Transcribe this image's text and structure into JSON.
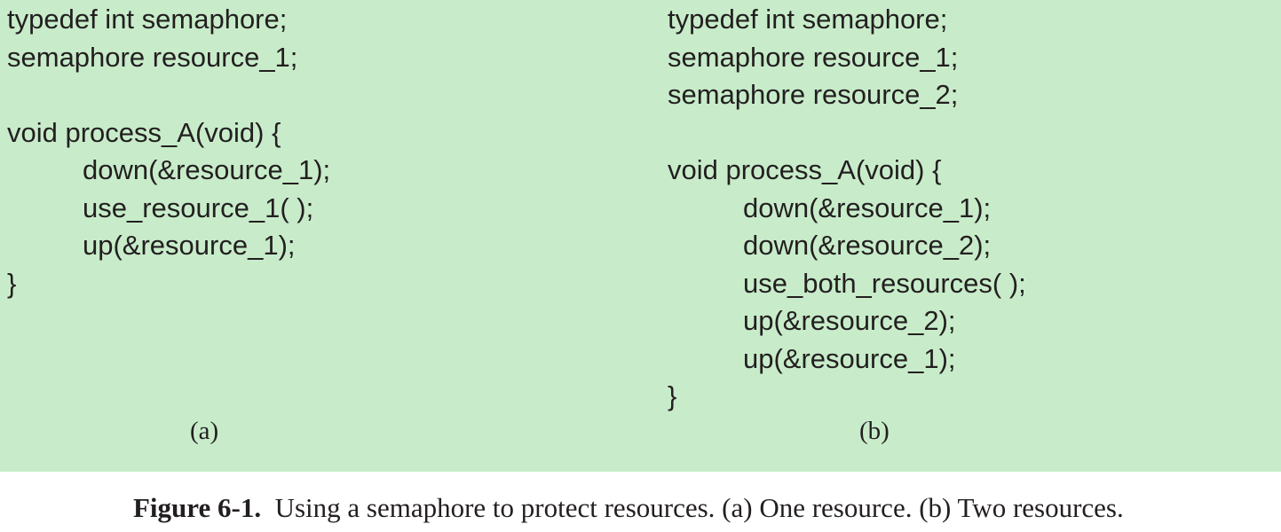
{
  "panel_a": {
    "lines": [
      {
        "text": "typedef int semaphore;",
        "indent": false
      },
      {
        "text": "semaphore resource_1;",
        "indent": false
      },
      {
        "text": "",
        "indent": false
      },
      {
        "text": "void process_A(void) {",
        "indent": false
      },
      {
        "text": "down(&resource_1);",
        "indent": true
      },
      {
        "text": "use_resource_1( );",
        "indent": true
      },
      {
        "text": "up(&resource_1);",
        "indent": true
      },
      {
        "text": "}",
        "indent": false
      }
    ],
    "label": "(a)"
  },
  "panel_b": {
    "lines": [
      {
        "text": "typedef int semaphore;",
        "indent": false
      },
      {
        "text": "semaphore resource_1;",
        "indent": false
      },
      {
        "text": "semaphore resource_2;",
        "indent": false
      },
      {
        "text": "",
        "indent": false
      },
      {
        "text": "void process_A(void) {",
        "indent": false
      },
      {
        "text": "down(&resource_1);",
        "indent": true
      },
      {
        "text": "down(&resource_2);",
        "indent": true
      },
      {
        "text": "use_both_resources( );",
        "indent": true
      },
      {
        "text": "up(&resource_2);",
        "indent": true
      },
      {
        "text": "up(&resource_1);",
        "indent": true
      },
      {
        "text": "}",
        "indent": false
      }
    ],
    "label": "(b)"
  },
  "caption": {
    "figure_label": "Figure 6-1.",
    "text": "Using a semaphore to protect resources. (a) One resource. (b) Two resources."
  },
  "colors": {
    "panel_background": "#c8ecca",
    "text": "#231f20"
  }
}
